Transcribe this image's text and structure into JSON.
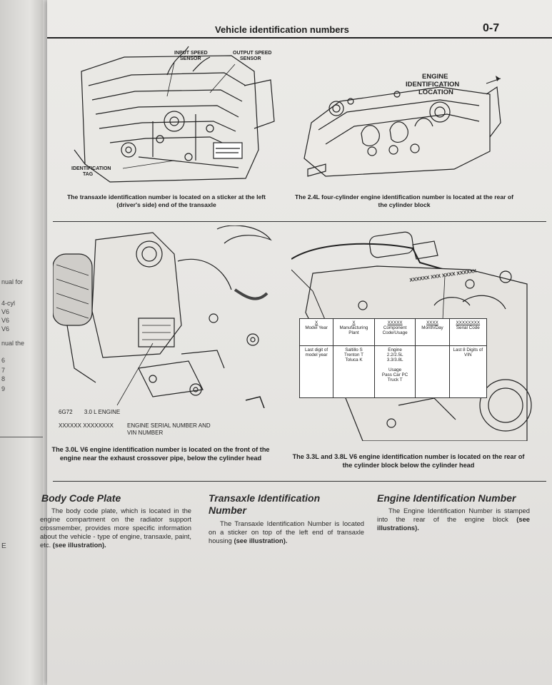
{
  "header": {
    "title": "Vehicle identification numbers",
    "page_number": "0-7"
  },
  "prev_page_fragments": [
    "nual for",
    "4-cyl",
    "V6",
    "V6",
    "V6",
    "nual the",
    "6",
    "7",
    "8",
    "9",
    "E"
  ],
  "figures": {
    "transaxle": {
      "labels": {
        "input": "INPUT SPEED\nSENSOR",
        "output": "OUTPUT SPEED\nSENSOR",
        "tag": "IDENTIFICATION\nTAG"
      },
      "caption": "The transaxle identification number is located on a sticker at the left (driver's side) end of the transaxle"
    },
    "engine_24": {
      "label": "ENGINE\nIDENTIFICATION\nLOCATION",
      "caption": "The 2.4L four-cylinder engine identification number is located at the rear of the cylinder block"
    },
    "engine_30": {
      "code_left": "6G72",
      "code_right": "3.0 L ENGINE",
      "serial_codes": "XXXXXX  XXXXXXXX",
      "serial_label": "ENGINE SERIAL NUMBER AND VIN NUMBER",
      "caption": "The 3.0L V6 engine identification number is located on the front of the engine near the exhaust crossover pipe, below the cylinder head"
    },
    "engine_33": {
      "stamp": "XXXXXX XXX XXXX XXXXXX",
      "table": {
        "codes": [
          "X",
          "X",
          "XXXXX",
          "XXXX",
          "XXXXXXXX"
        ],
        "headers": [
          "Model Year",
          "Manufacturing Plant",
          "Component Code/Usage",
          "Month/Day",
          "Serial Code"
        ],
        "cells": [
          "Last digit of model year",
          "Saltillo S\nTrenton T\nToluca K",
          "Engine\n2.2/2.5L\n3.3/3.8L\n\nUsage\nPass Car PC\nTruck T",
          "",
          "Last 8 Digits of VIN"
        ]
      },
      "caption": "The 3.3L and 3.8L V6 engine identification number is located on the rear of the cylinder block below the cylinder head"
    }
  },
  "sections": [
    {
      "title": "Body Code Plate",
      "body": "The body code plate, which is located in the engine compartment on the radiator support crossmember, provides more specific information about the vehicle - type of engine, transaxle, paint, etc.",
      "ref": "(see illustration)."
    },
    {
      "title": "Transaxle Identification Number",
      "body": "The Transaxle Identification Number is located on a sticker on top of the left end of transaxle housing",
      "ref": "(see illustration)."
    },
    {
      "title": "Engine Identification Number",
      "body": "The Engine Identification Number is stamped into the rear of the engine block",
      "ref": "(see illustrations)."
    }
  ]
}
